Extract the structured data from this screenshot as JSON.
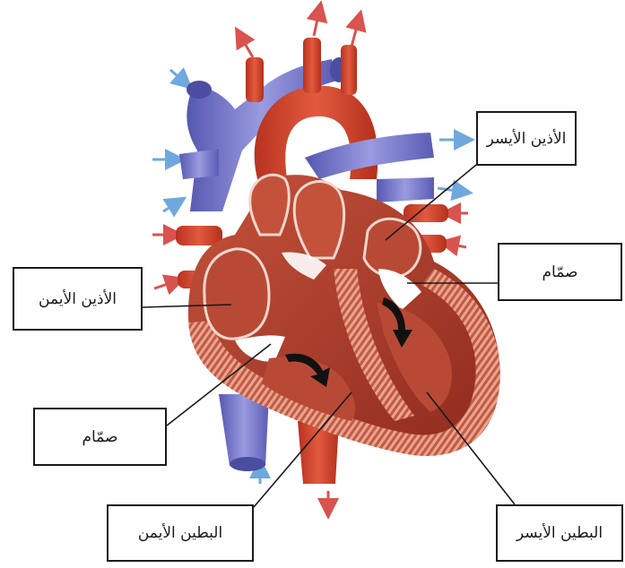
{
  "labels": {
    "left_atrium": "الأذين الأيسر",
    "valve_right": "صمّام",
    "right_atrium": "الأذين الأيمن",
    "valve_left": "صمّام",
    "right_ventricle": "البطين الأيمن",
    "left_ventricle": "البطين الأيسر"
  },
  "colors": {
    "aorta": "#d8452e",
    "vena_cava": "#6f72c8",
    "muscle": "#a8392a",
    "chamber_interior": "#b84a35",
    "wall_stripe": "#e7a08c",
    "arrow_red": "#d9534f",
    "arrow_blue": "#6fa8dc",
    "label_border": "#1a1a1a"
  }
}
